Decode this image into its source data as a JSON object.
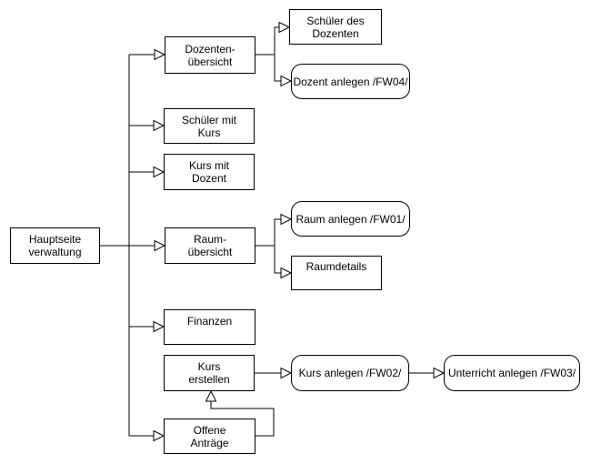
{
  "diagram": {
    "type": "flowchart-sitemap",
    "colors": {
      "background": "#ffffff",
      "node_fill": "#ffffff",
      "stroke": "#000000",
      "text": "#000000"
    },
    "nodes": [
      {
        "id": "hauptseite-verwaltung",
        "label": "Hauptseite\nverwaltung",
        "shape": "rect"
      },
      {
        "id": "dozenten-uebersicht",
        "label": "Dozenten-\nübersicht",
        "shape": "rect"
      },
      {
        "id": "schueler-des-dozenten",
        "label": "Schüler des\nDozenten",
        "shape": "rect"
      },
      {
        "id": "dozent-anlegen",
        "label": "Dozent anlegen /FW04/",
        "shape": "rounded"
      },
      {
        "id": "schueler-mit-kurs",
        "label": "Schüler mit\nKurs",
        "shape": "rect"
      },
      {
        "id": "kurs-mit-dozent",
        "label": "Kurs mit\nDozent",
        "shape": "rect"
      },
      {
        "id": "raum-uebersicht",
        "label": "Raum-\nübersicht",
        "shape": "rect"
      },
      {
        "id": "raum-anlegen",
        "label": "Raum anlegen /FW01/",
        "shape": "rounded"
      },
      {
        "id": "raumdetails",
        "label": "Raumdetails",
        "shape": "rect"
      },
      {
        "id": "finanzen",
        "label": "Finanzen",
        "shape": "rect"
      },
      {
        "id": "kurs-erstellen",
        "label": "Kurs\nerstellen",
        "shape": "rect"
      },
      {
        "id": "offene-antraege",
        "label": "Offene\nAnträge",
        "shape": "rect"
      },
      {
        "id": "kurs-anlegen",
        "label": "Kurs anlegen /FW02/",
        "shape": "rounded"
      },
      {
        "id": "unterricht-anlegen",
        "label": "Unterricht anlegen /FW03/",
        "shape": "rounded"
      }
    ],
    "edges": [
      {
        "from": "hauptseite-verwaltung",
        "to": "raum-uebersicht"
      },
      {
        "from": "hauptseite-verwaltung",
        "to": "dozenten-uebersicht"
      },
      {
        "from": "hauptseite-verwaltung",
        "to": "schueler-mit-kurs"
      },
      {
        "from": "hauptseite-verwaltung",
        "to": "kurs-mit-dozent"
      },
      {
        "from": "hauptseite-verwaltung",
        "to": "finanzen"
      },
      {
        "from": "hauptseite-verwaltung",
        "to": "offene-antraege"
      },
      {
        "from": "dozenten-uebersicht",
        "to": "schueler-des-dozenten"
      },
      {
        "from": "dozenten-uebersicht",
        "to": "dozent-anlegen"
      },
      {
        "from": "raum-uebersicht",
        "to": "raum-anlegen"
      },
      {
        "from": "raum-uebersicht",
        "to": "raumdetails"
      },
      {
        "from": "kurs-erstellen",
        "to": "kurs-anlegen"
      },
      {
        "from": "kurs-anlegen",
        "to": "unterricht-anlegen"
      },
      {
        "from": "offene-antraege",
        "to": "kurs-erstellen"
      }
    ]
  }
}
